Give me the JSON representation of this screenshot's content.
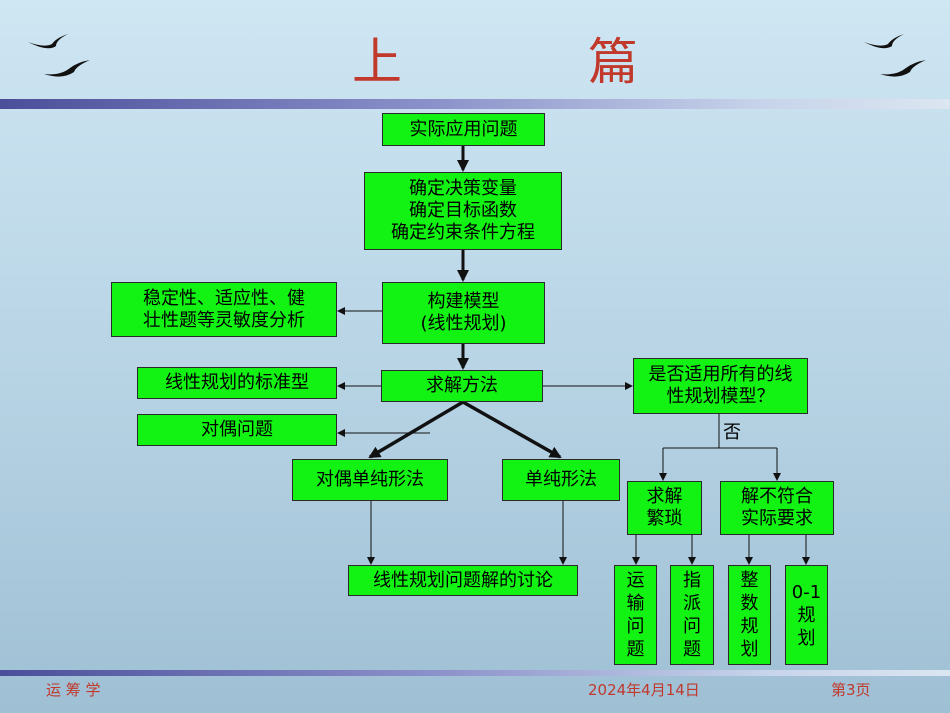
{
  "title": {
    "left": "上",
    "right": "篇"
  },
  "flowchart": {
    "practical_problem": "实际应用问题",
    "define_steps": "确定决策变量\n确定目标函数\n确定约束条件方程",
    "build_model": "构建模型\n(线性规划)",
    "sensitivity": "稳定性、适应性、健\n壮性题等灵敏度分析",
    "solve_method": "求解方法",
    "standard_form": "线性规划的标准型",
    "dual_problem": "对偶问题",
    "dual_simplex": "对偶单纯形法",
    "simplex": "单纯形法",
    "discussion": "线性规划问题解的讨论",
    "applicable_question": "是否适用所有的线\n性规划模型？",
    "no_label": "否",
    "complex_solving": "求解\n繁琐",
    "not_meet_requirements": "解不符合\n实际要求",
    "transport": "运\n输\n问\n题",
    "assignment": "指\n派\n问\n题",
    "integer_programming": "整\n数\n规\n划",
    "zero_one": "0-1\n规\n划"
  },
  "footer": {
    "subject": "运 筹 学",
    "date": "2024年4月14日",
    "page": "第3页"
  }
}
